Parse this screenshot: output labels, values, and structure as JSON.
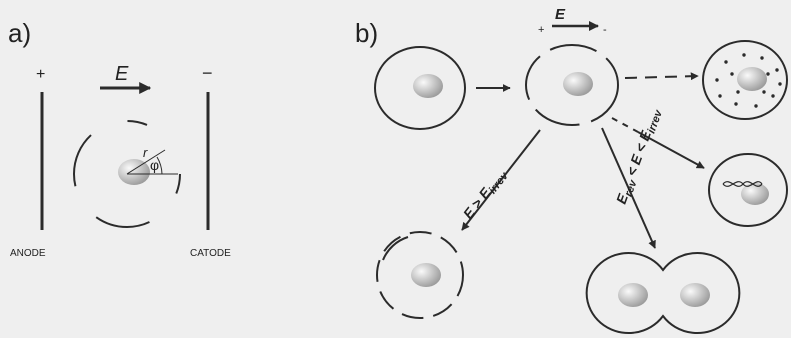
{
  "panel_a": {
    "label": "a)",
    "plus_sign": "+",
    "minus_sign": "−",
    "field_label": "E",
    "radius_label": "r",
    "angle_label": "φ",
    "anode_label": "ANODE",
    "cathode_label": "CATODE"
  },
  "panel_b": {
    "label": "b)",
    "plus_sign": "+",
    "minus_sign": "-",
    "field_label": "E",
    "label_irreversible": {
      "main": "E > E",
      "sub": "irrev"
    },
    "label_reversible": {
      "part1": "E",
      "sub1": "rev",
      "part2": " < E < E",
      "sub2": "irrev"
    }
  },
  "colors": {
    "background": "#efefef",
    "stroke": "#2b2b2b",
    "nucleus_light": "#fafafa",
    "nucleus_dark": "#9a9a9a"
  }
}
